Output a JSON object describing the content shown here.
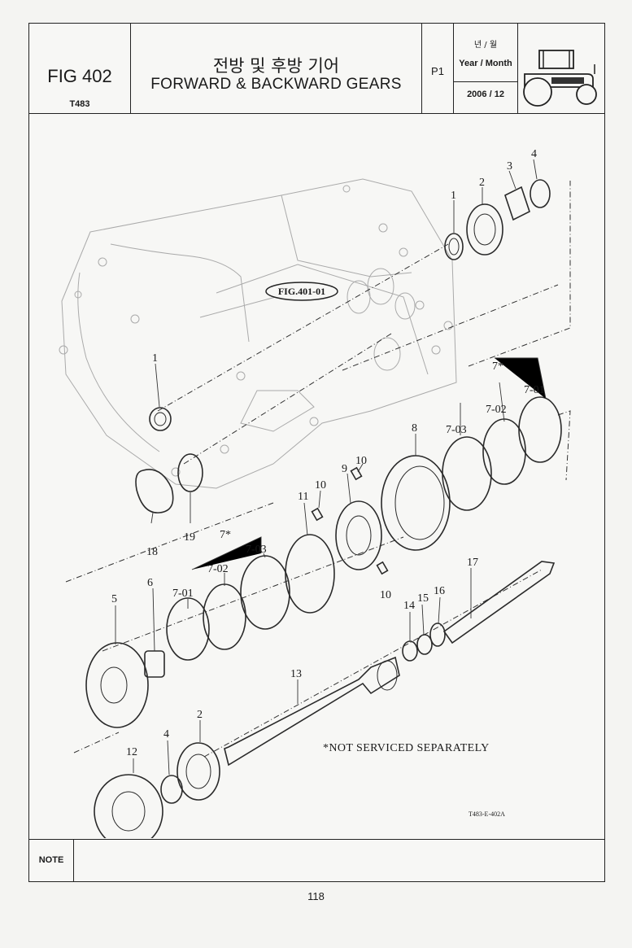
{
  "header": {
    "fig_number": "FIG 402",
    "model": "T483",
    "title_ko": "전방 및 후방 기어",
    "title_en": "FORWARD & BACKWARD GEARS",
    "page_label": "P1",
    "date_label_ko": "년 / 월",
    "date_label_en": "Year / Month",
    "date_value": "2006 / 12"
  },
  "drawing": {
    "reference_label": "FIG.401-01",
    "note_text": "*NOT SERVICED SEPARATELY",
    "drawing_code": "T483-E-402A",
    "callouts": [
      "1",
      "2",
      "3",
      "4",
      "1",
      "7*",
      "7-01",
      "7-02",
      "7-03",
      "8",
      "9",
      "10",
      "10",
      "10",
      "11",
      "18",
      "19",
      "7*",
      "7-03",
      "7-02",
      "7-01",
      "5",
      "6",
      "17",
      "14",
      "15",
      "16",
      "13",
      "2",
      "4",
      "12"
    ]
  },
  "note": {
    "label": "NOTE"
  },
  "footer": {
    "page_number": "118"
  }
}
